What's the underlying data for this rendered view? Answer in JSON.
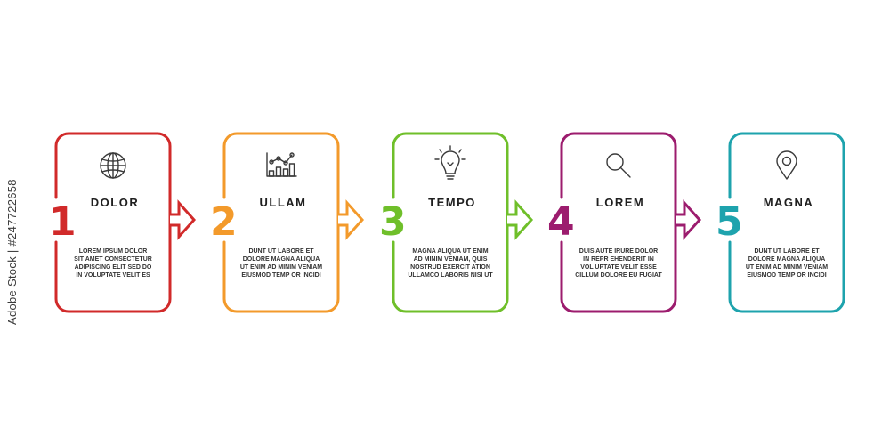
{
  "steps": [
    {
      "number": "1",
      "title": "DOLOR",
      "color": "#d12a2a",
      "icon": "globe-icon",
      "lines": [
        "LOREM IPSUM DOLOR",
        "SIT AMET CONSECTETUR",
        "ADIPISCING ELIT SED DO",
        "IN VOLUPTATE VELIT ES"
      ]
    },
    {
      "number": "2",
      "title": "ULLAM",
      "color": "#f39a2b",
      "icon": "chart-icon",
      "lines": [
        "DUNT UT LABORE ET",
        "DOLORE MAGNA ALIQUA",
        "UT ENIM AD MINIM VENIAM",
        "EIUSMOD TEMP OR INCIDI"
      ]
    },
    {
      "number": "3",
      "title": "TEMPO",
      "color": "#6fbf2a",
      "icon": "lightbulb-icon",
      "lines": [
        "MAGNA ALIQUA UT ENIM",
        "AD MINIM VENIAM, QUIS",
        "NOSTRUD EXERCIT ATION",
        "ULLAMCO LABORIS NISI UT"
      ]
    },
    {
      "number": "4",
      "title": "LOREM",
      "color": "#9c1c6e",
      "icon": "magnifier-icon",
      "lines": [
        "DUIS AUTE IRURE DOLOR",
        "IN REPR EHENDERIT IN",
        "VOL UPTATE VELIT ESSE",
        "CILLUM DOLORE EU FUGIAT"
      ]
    },
    {
      "number": "5",
      "title": "MAGNA",
      "color": "#1ea3ad",
      "icon": "location-pin-icon",
      "lines": [
        "DUNT UT LABORE ET",
        "DOLORE MAGNA ALIQUA",
        "UT ENIM AD MINIM VENIAM",
        "EIUSMOD TEMP OR INCIDI"
      ]
    }
  ],
  "side_caption": "Adobe Stock | #247722658"
}
